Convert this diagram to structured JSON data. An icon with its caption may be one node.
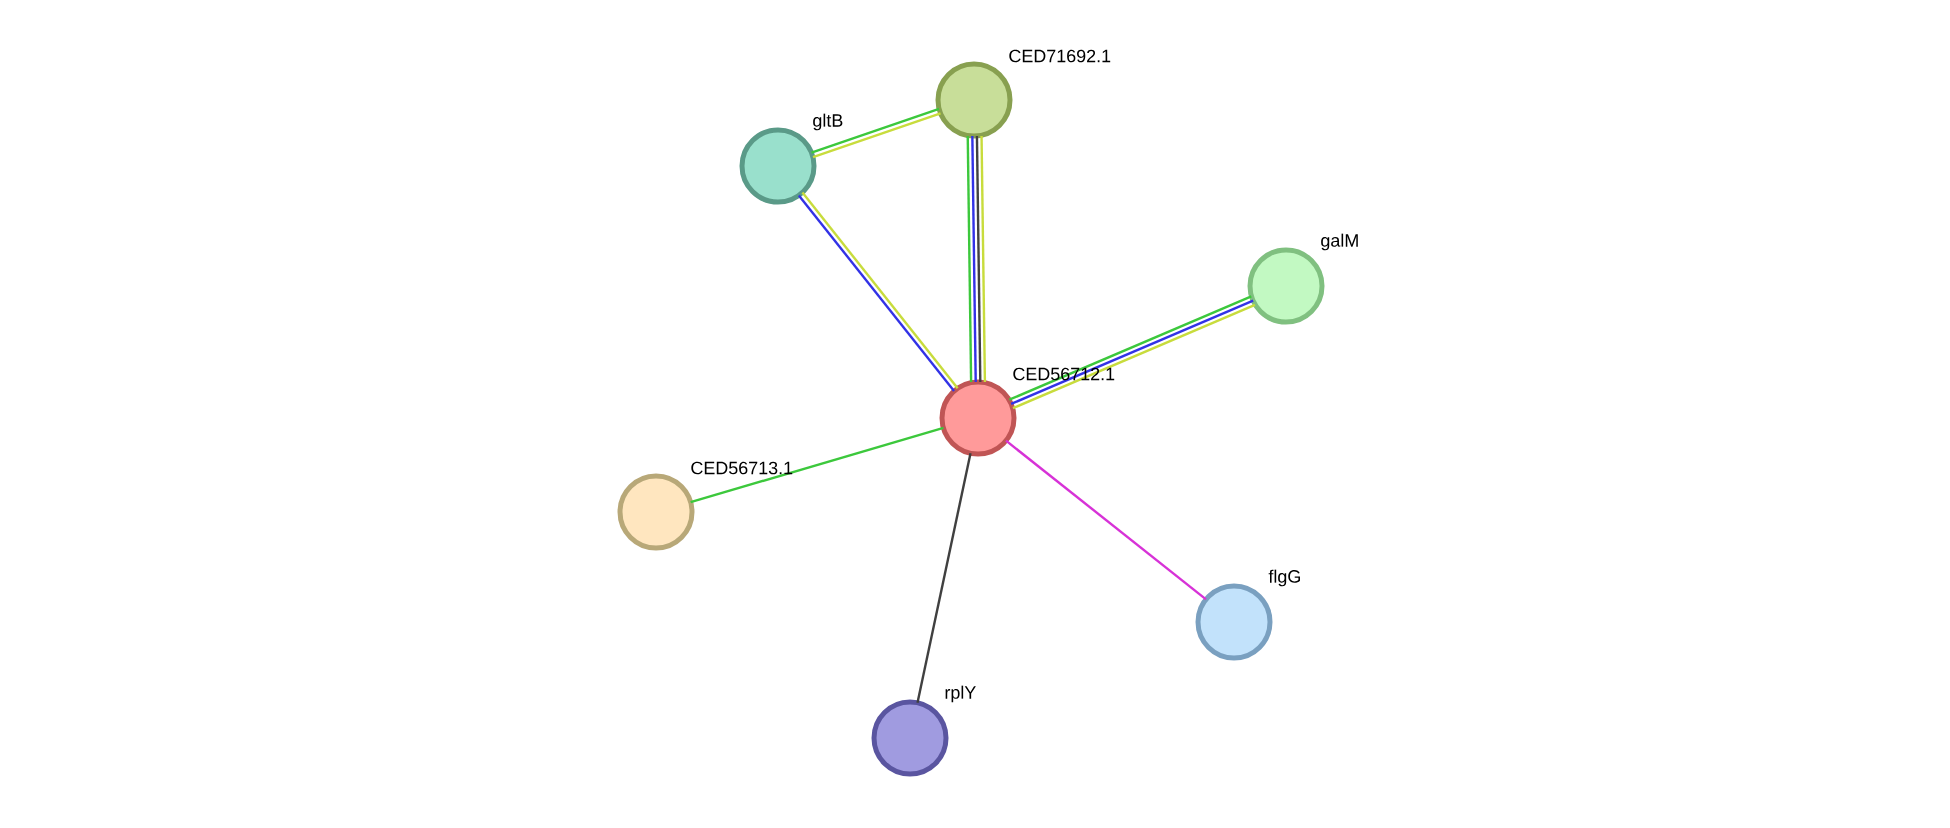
{
  "diagram": {
    "nodes": [
      {
        "text": [],
        "shape": "circle",
        "beside": [
          "CED56712.1"
        ]
      },
      {
        "text": [],
        "shape": "circle",
        "beside": [
          "gltB"
        ]
      },
      {
        "text": [],
        "shape": "circle",
        "beside": [
          "CED71692.1"
        ]
      },
      {
        "text": [],
        "shape": "circle",
        "beside": [
          "galM"
        ]
      },
      {
        "text": [],
        "shape": "circle",
        "beside": [
          "CED56713.1"
        ]
      },
      {
        "text": [],
        "shape": "circle",
        "beside": [
          "flgG"
        ]
      },
      {
        "text": [],
        "shape": "circle",
        "beside": [
          "rplY"
        ]
      }
    ],
    "edges": [
      {
        "from": 1,
        "to": 2,
        "arrow": "none",
        "color": "#c8dc3c"
      },
      {
        "from": 1,
        "to": 2,
        "arrow": "none",
        "color": "#3cc83c"
      },
      {
        "from": 1,
        "to": 0,
        "arrow": "none",
        "color": "#3232e6"
      },
      {
        "from": 1,
        "to": 0,
        "arrow": "none",
        "color": "#c8dc3c"
      },
      {
        "from": 2,
        "to": 0,
        "arrow": "none",
        "color": "#3cc83c"
      },
      {
        "from": 2,
        "to": 0,
        "arrow": "none",
        "color": "#3232e6"
      },
      {
        "from": 2,
        "to": 0,
        "arrow": "none",
        "color": "#404040"
      },
      {
        "from": 2,
        "to": 0,
        "arrow": "none",
        "color": "#c8dc3c"
      },
      {
        "from": 3,
        "to": 0,
        "arrow": "none",
        "color": "#3cc83c"
      },
      {
        "from": 3,
        "to": 0,
        "arrow": "none",
        "color": "#3232e6"
      },
      {
        "from": 3,
        "to": 0,
        "arrow": "none",
        "color": "#c8dc3c"
      },
      {
        "from": 4,
        "to": 0,
        "arrow": "none",
        "color": "#3cc83c"
      },
      {
        "from": 5,
        "to": 0,
        "arrow": "none",
        "color": "#d732d7"
      },
      {
        "from": 6,
        "to": 0,
        "arrow": "none",
        "color": "#404040"
      }
    ]
  }
}
